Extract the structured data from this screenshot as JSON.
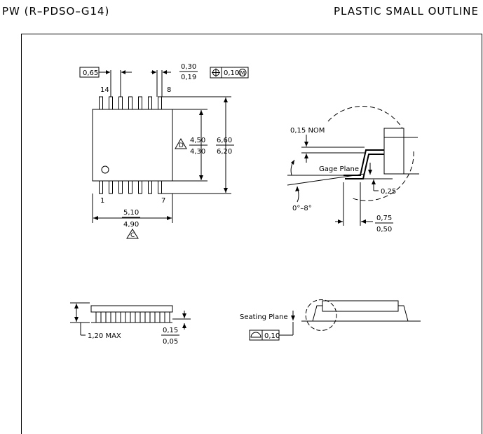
{
  "header": {
    "package_code": "PW (R–PDSO–G14)",
    "package_type": "PLASTIC SMALL OUTLINE"
  },
  "top_view": {
    "pitch": "0,65",
    "lead_width_max": "0,30",
    "lead_width_min": "0,19",
    "position_tol": "0,10",
    "pin_14": "14",
    "pin_8": "8",
    "pin_1": "1",
    "pin_7": "7",
    "body_width_max": "4,50",
    "body_width_min": "4,30",
    "note_d": "D",
    "overall_width_max": "6,60",
    "overall_width_min": "6,20",
    "body_length_max": "5,10",
    "body_length_min": "4,90",
    "note_c": "C"
  },
  "detail": {
    "lead_thickness": "0,15 NOM",
    "gage_plane": "Gage Plane",
    "gage_height": "0,25",
    "angle": "0°–8°",
    "foot_length_max": "0,75",
    "foot_length_min": "0,50"
  },
  "side_view": {
    "max_height": "1,20 MAX",
    "standoff_max": "0,15",
    "standoff_min": "0,05",
    "seating_plane": "Seating Plane",
    "flatness": "0,10"
  }
}
